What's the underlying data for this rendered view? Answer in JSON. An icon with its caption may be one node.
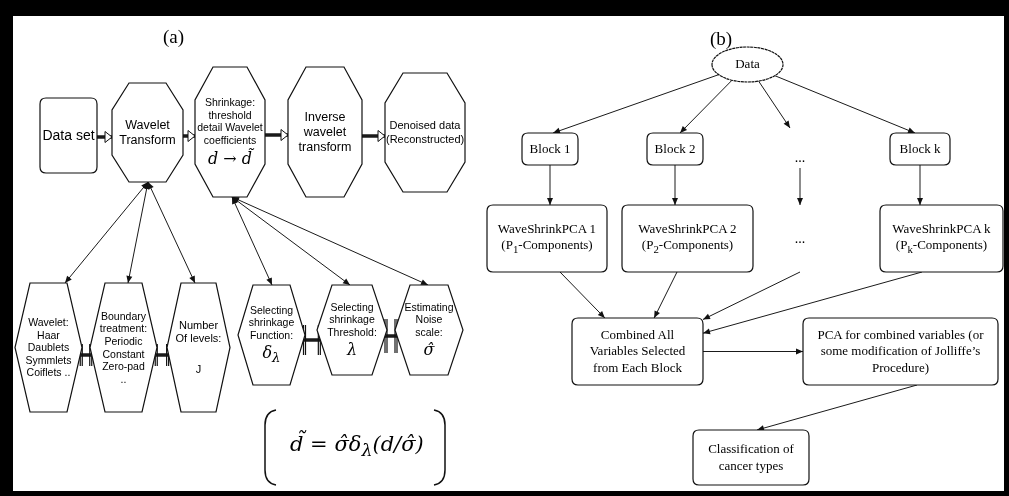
{
  "diagram": {
    "nodes": [
      {
        "text": [
          "Data set"
        ]
      },
      {
        "text": [
          "Wavelet Transform"
        ]
      },
      {
        "text": [
          "Shrinkage: threshold detail Wavelet coefficients",
          "d → d̃"
        ]
      },
      {
        "text": [
          "Inverse wavelet transform"
        ]
      },
      {
        "text": [
          "Denoised data (Reconstructed)"
        ]
      },
      {
        "text": [
          "Wavelet: Haar Daublets Symmlets Coiflets .."
        ]
      },
      {
        "text": [
          "Boundary treatment: Periodic Constant Zero-pad .."
        ]
      },
      {
        "text": [
          "Number Of levels:",
          "J"
        ]
      },
      {
        "text": [
          "Selecting shrinkage Function:",
          "δ$_{λ}$"
        ]
      },
      {
        "text": [
          "Selecting shrinkage Threshold:",
          "λ"
        ]
      },
      {
        "text": [
          "Estimating Noise scale:",
          "σ̂"
        ]
      },
      {
        "text": [
          "Data"
        ]
      },
      {
        "text": [
          "Block 1"
        ]
      },
      {
        "text": [
          "Block 2"
        ]
      },
      {
        "text": [
          "..."
        ]
      },
      {
        "text": [
          "Block k"
        ]
      },
      {
        "text": [
          "WaveShrinkPCA 1 (P$_{1}$-Components)"
        ]
      },
      {
        "text": [
          "WaveShrinkPCA 2 (P$_{2}$-Components)"
        ]
      },
      {
        "text": [
          "..."
        ]
      },
      {
        "text": [
          "WaveShrinkPCA k (P$_{k}$-Components)"
        ]
      },
      {
        "text": [
          "Combined All Variables Selected from Each Block"
        ]
      },
      {
        "text": [
          "PCA for combined variables (or some modification of Jolliffe’s Procedure)"
        ]
      },
      {
        "text": [
          "Classification of cancer types"
        ]
      }
    ],
    "edges": [
      {
        "from": 0,
        "to": 1,
        "arrow": "to",
        "style": "thick"
      },
      {
        "from": 1,
        "to": 2,
        "arrow": "to",
        "style": "thick"
      },
      {
        "from": 2,
        "to": 3,
        "arrow": "to",
        "style": "thick"
      },
      {
        "from": 3,
        "to": 4,
        "arrow": "to",
        "style": "thick"
      },
      {
        "from": 1,
        "to": 5,
        "arrow": "both"
      },
      {
        "from": 1,
        "to": 6,
        "arrow": "both"
      },
      {
        "from": 1,
        "to": 7,
        "arrow": "both"
      },
      {
        "from": 2,
        "to": 8,
        "arrow": "both"
      },
      {
        "from": 2,
        "to": 9,
        "arrow": "both"
      },
      {
        "from": 2,
        "to": 10,
        "arrow": "both"
      },
      {
        "from": 5,
        "to": 6,
        "arrow": "other",
        "style": "thick"
      },
      {
        "from": 6,
        "to": 7,
        "arrow": "other",
        "style": "thick"
      },
      {
        "from": 8,
        "to": 9,
        "arrow": "other",
        "style": "thick"
      },
      {
        "from": 9,
        "to": 10,
        "arrow": "other",
        "style": "thick"
      },
      {
        "from": 11,
        "to": 12,
        "arrow": "to"
      },
      {
        "from": 11,
        "to": 13,
        "arrow": "to"
      },
      {
        "from": 11,
        "to": 14,
        "arrow": "to"
      },
      {
        "from": 11,
        "to": 15,
        "arrow": "to"
      },
      {
        "from": 12,
        "to": 16,
        "arrow": "to"
      },
      {
        "from": 13,
        "to": 17,
        "arrow": "to"
      },
      {
        "from": 14,
        "to": 18,
        "arrow": "to"
      },
      {
        "from": 15,
        "to": 19,
        "arrow": "to"
      },
      {
        "from": 16,
        "to": 20,
        "arrow": "to"
      },
      {
        "from": 17,
        "to": 20,
        "arrow": "to"
      },
      {
        "from": 18,
        "to": 20,
        "arrow": "to"
      },
      {
        "from": 19,
        "to": 20,
        "arrow": "to"
      },
      {
        "from": 20,
        "to": 21,
        "arrow": "to"
      },
      {
        "from": 21,
        "to": 22,
        "arrow": "to"
      }
    ],
    "labels": [
      "(a)",
      "(b)",
      "d̃ = σ̂δ$_{λ}$(d/σ̂)"
    ]
  }
}
